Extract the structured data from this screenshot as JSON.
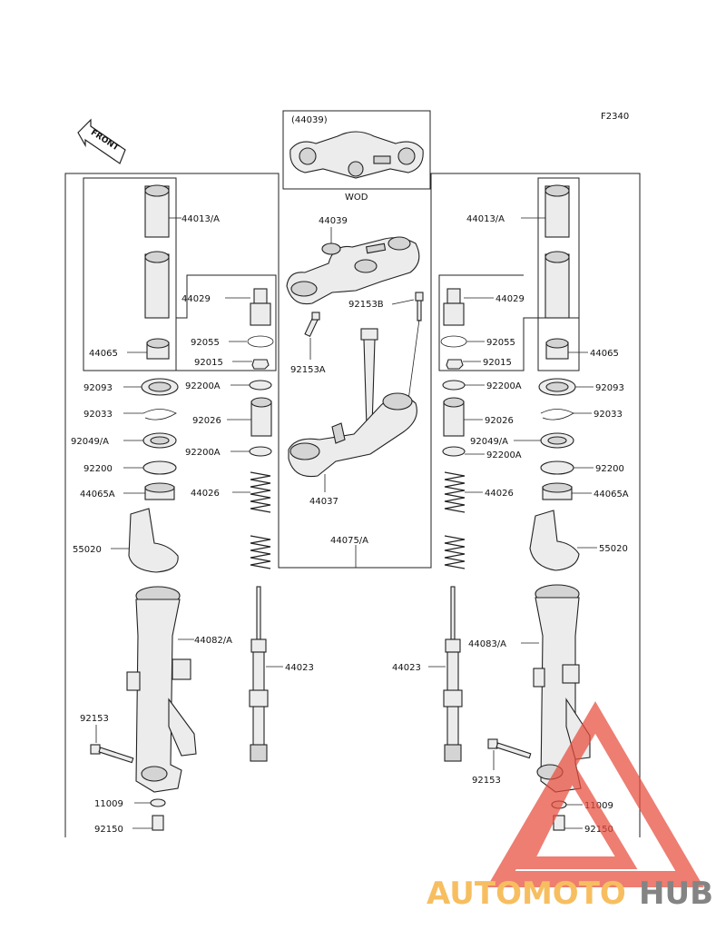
{
  "diagram_code": "F2340",
  "front_label": "FRONT",
  "inset": {
    "label": "(44039)",
    "caption": "WOD"
  },
  "callouts": {
    "c44039": "44039",
    "c92153b": "92153B",
    "c92153a": "92153A",
    "c44037": "44037",
    "c44075a": "44075/A",
    "l44013a": "44013/A",
    "l44065": "44065",
    "l44029": "44029",
    "l92055": "92055",
    "l92015": "92015",
    "l92200a1": "92200A",
    "l92026": "92026",
    "l92200a2": "92200A",
    "l44026": "44026",
    "l92093": "92093",
    "l92033": "92033",
    "l92049a": "92049/A",
    "l92200": "92200",
    "l44065a": "44065A",
    "l55020": "55020",
    "l44082a": "44082/A",
    "l44023": "44023",
    "l92153": "92153",
    "l11009": "11009",
    "l92150": "92150",
    "r44013a": "44013/A",
    "r44065": "44065",
    "r44029": "44029",
    "r92055": "92055",
    "r92015": "92015",
    "r92200a1": "92200A",
    "r92026": "92026",
    "r92049a": "92049/A",
    "r92200a2": "92200A",
    "r44026": "44026",
    "r92093": "92093",
    "r92033": "92033",
    "r92200": "92200",
    "r44065a": "44065A",
    "r55020": "55020",
    "r44083a": "44083/A",
    "r44023": "44023",
    "r92153": "92153",
    "r11009": "11009",
    "r92150": "92150"
  },
  "watermark": {
    "part1": "AUTOMOTO",
    "part2": "HUB",
    "color1": "#f5a623",
    "color2": "#555555",
    "triangle_color": "#e84c3d"
  }
}
